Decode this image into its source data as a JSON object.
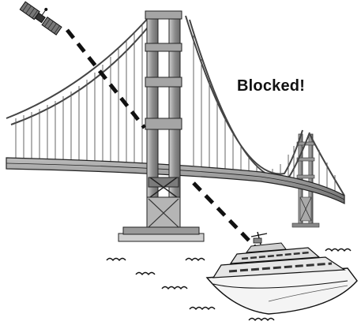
{
  "annotation": {
    "text": "Blocked!"
  },
  "scene": {
    "objects": [
      "satellite-icon",
      "bridge",
      "yacht",
      "signal-path",
      "water-waves"
    ],
    "colors": {
      "ink": "#111111",
      "steel": "#8c8c8c",
      "steel_dark": "#5e5e5e",
      "deck": "#9a9a9a",
      "hull": "#f4f4f4"
    }
  }
}
